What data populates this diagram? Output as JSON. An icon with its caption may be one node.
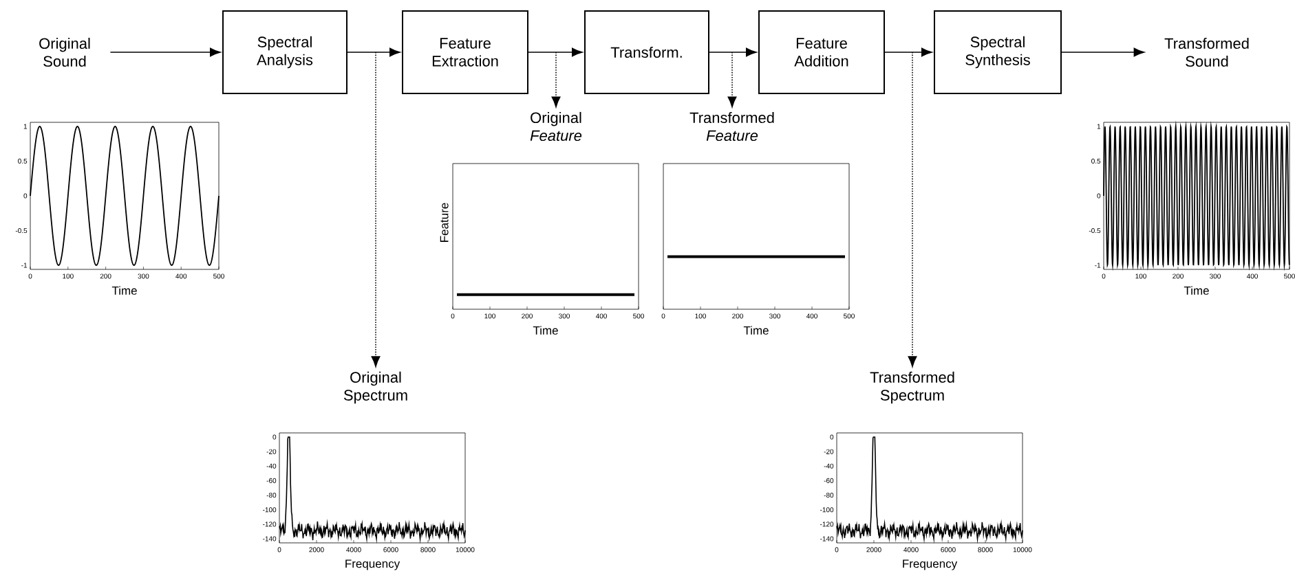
{
  "diagram": {
    "nodes": [
      {
        "text": [
          "Original Sound"
        ]
      },
      {
        "text": [
          "Spectral Analysis"
        ]
      },
      {
        "text": [
          "Feature Extraction"
        ]
      },
      {
        "text": [
          "Transform."
        ]
      },
      {
        "text": [
          "Feature Addition"
        ]
      },
      {
        "text": [
          "Spectral Synthesis"
        ]
      },
      {
        "text": [
          "Transformed Sound"
        ]
      },
      {
        "text": [
          "Original Spectrum"
        ]
      },
      {
        "text": [
          "Original *Feature*"
        ]
      },
      {
        "text": [
          "Transformed *Feature*"
        ]
      },
      {
        "text": [
          "Transformed Spectrum"
        ]
      }
    ],
    "edges": [
      {
        "from": 0,
        "to": 1,
        "arrow": "to"
      },
      {
        "from": 1,
        "to": 2,
        "arrow": "to"
      },
      {
        "from": 2,
        "to": 3,
        "arrow": "to"
      },
      {
        "from": 3,
        "to": 4,
        "arrow": "to"
      },
      {
        "from": 4,
        "to": 5,
        "arrow": "to"
      },
      {
        "from": 5,
        "to": 6,
        "arrow": "to"
      },
      {
        "from": null,
        "to": 7,
        "arrow": "to",
        "style": "dashed"
      },
      {
        "from": null,
        "to": 8,
        "arrow": "to",
        "style": "dashed"
      },
      {
        "from": null,
        "to": 9,
        "arrow": "to",
        "style": "dashed"
      },
      {
        "from": null,
        "to": 10,
        "arrow": "to",
        "style": "dashed"
      }
    ],
    "labels": [
      "1",
      "0.5",
      "0",
      "-0.5",
      "-1",
      "0",
      "100",
      "200",
      "300",
      "400",
      "500",
      "Time",
      "Feature",
      "0",
      "100",
      "200",
      "300",
      "400",
      "500",
      "Time",
      "0",
      "100",
      "200",
      "300",
      "400",
      "500",
      "Time",
      "1",
      "0.5",
      "0",
      "-0.5",
      "-1",
      "0",
      "100",
      "200",
      "300",
      "400",
      "500",
      "Time",
      "0",
      "-20",
      "-40",
      "-60",
      "-80",
      "-100",
      "-120",
      "-140",
      "0",
      "2000",
      "4000",
      "6000",
      "8000",
      "10000",
      "Frequency",
      "0",
      "-20",
      "-40",
      "-60",
      "-80",
      "-100",
      "-120",
      "-140",
      "0",
      "2000",
      "4000",
      "6000",
      "8000",
      "10000",
      "Frequency"
    ]
  }
}
